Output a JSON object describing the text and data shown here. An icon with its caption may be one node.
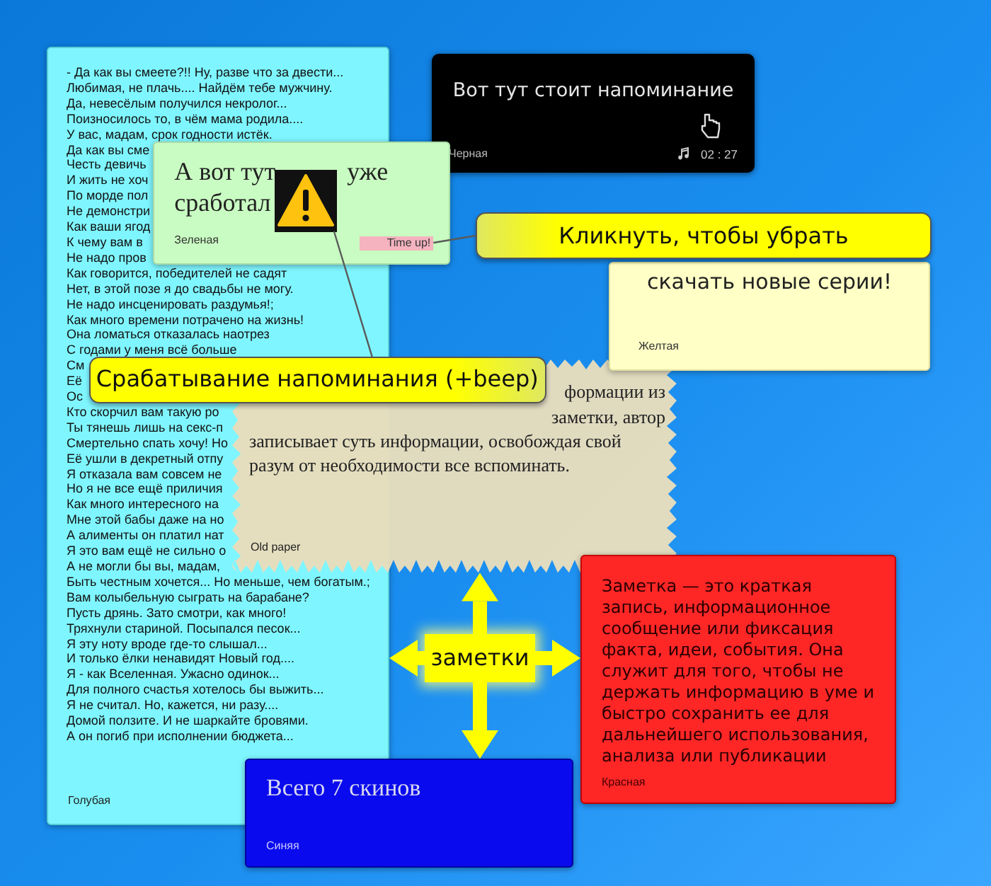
{
  "diagram": {
    "nodes": [
      {
        "text": [
          "- Да как вы смеете?!! Ну, разве что за двести...",
          "Любимая, не плачь.... Найдём тебе мужчину.",
          "Да, невесёлым получился некролог...",
          "Поизносилось то, в чём мама родила....",
          "У вас, мадам, срок годности истёк.",
          "Да как вы сме",
          "Честь девичь",
          "И жить не хоч",
          "По морде пол",
          "Не демонстри",
          "Как ваши ягод",
          "К чему вам в",
          "Не надо пров",
          "Как говорится, победителей не садят",
          "Нет, в этой позе я до свадьбы не могу.",
          "Не надо инсценировать раздумья!;",
          "Как много времени потрачено на жизнь!",
          "Она ломаться отказалась наотрез",
          "С годами у меня всё больше",
          "См",
          "Её",
          "Ос",
          "Кто скорчил вам такую ро",
          "Ты тянешь лишь на секс-п",
          "Смертельно спать хочу! Но",
          "Её ушли в декретный отпу",
          "Я отказала вам совсем не",
          "Но я не все ещё приличия",
          "Как много интересного на",
          "Мне этой бабы даже на но",
          "А алименты он платил нат",
          "Я это вам ещё не сильно о",
          "А не могли бы вы, мадам,",
          "Быть честным хочется... Но меньше, чем богатым.;",
          "Вам колыбельную сыграть на барабане?",
          "Пусть дрянь. Зато смотри, как много!",
          "Тряхнули стариной. Посыпался песок...",
          "Я эту ноту вроде где-то слышал...",
          "И только ёлки ненавидят Новый год....",
          "Я - как Вселенная. Ужасно одинок...",
          "Для полного счастья хотелось бы выжить...",
          "Я не считал. Но, кажется, ни разу....",
          "Домой ползите. И не шаркайте бровями.",
          "А он погиб при исполнении бюджета...",
          "Голубая"
        ]
      },
      {
        "text": [
          "Вот тут стоит напоминание",
          "Черная",
          "02 : 27"
        ]
      },
      {
        "text": [
          "А вот тут",
          "уже",
          "сработал",
          "Зеленая"
        ]
      },
      {
        "text": [
          "Time up!"
        ],
        "in": 2
      },
      {
        "text": [],
        "shape": "picture"
      },
      {
        "text": [
          "Кликнуть, чтобы убрать"
        ]
      },
      {
        "text": [
          "скачать новые серии!",
          "Желтая"
        ]
      },
      {
        "text": [
          "Срабатывание напоминания (+beep)"
        ]
      },
      {
        "text": [
          "формации из",
          "заметки, автор",
          "записывает суть информации, освобождая свой разум от необходимости все вспоминать.",
          "Old paper"
        ]
      },
      {
        "text": [
          "заметки"
        ]
      },
      {
        "text": [
          "Заметка — это краткая запись, информационное сообщение или фиксация факта, идеи, события. Она служит для того, чтобы не держать информацию в уме и быстро сохранить ее для дальнейшего использования, анализа или публикации",
          "Красная"
        ]
      },
      {
        "text": [
          "Всего 7 скинов",
          "Синяя"
        ]
      }
    ],
    "edges": [
      {
        "from": 7,
        "to": 4,
        "arrow": "none",
        "color": "#5a5a5a"
      },
      {
        "from": 5,
        "to": 3,
        "arrow": "none",
        "color": "#5a5a5a"
      },
      {
        "from": 9,
        "to": 8,
        "arrow": "to"
      },
      {
        "from": 9,
        "to": 0,
        "arrow": "to"
      },
      {
        "from": 9,
        "to": 10,
        "arrow": "to"
      },
      {
        "from": 9,
        "to": 11,
        "arrow": "to"
      }
    ]
  }
}
